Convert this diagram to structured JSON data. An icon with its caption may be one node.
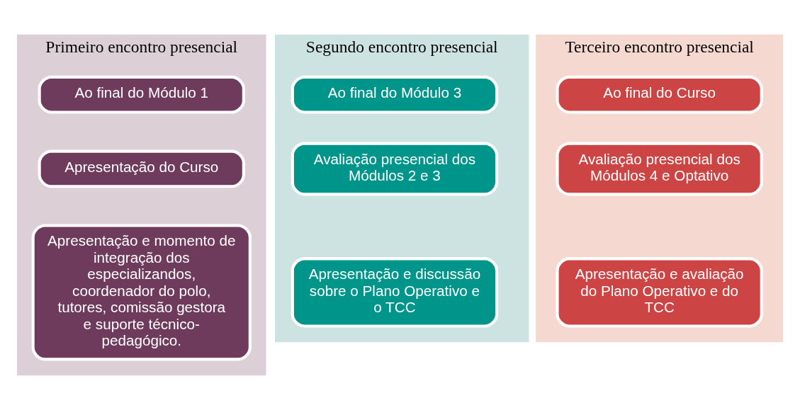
{
  "diagram": {
    "nodes": [
      {
        "text": [
          "Primeiro encontro presencial"
        ]
      },
      {
        "text": [
          "Ao final do Módulo 1"
        ],
        "in": 0
      },
      {
        "text": [
          "Apresentação do Curso"
        ],
        "in": 0
      },
      {
        "text": [
          "Apresentação e momento de integração dos especializandos, coordenador do polo, tutores, comissão gestora e suporte técnico-pedagógico."
        ],
        "in": 0
      },
      {
        "text": [
          "Segundo encontro presencial"
        ]
      },
      {
        "text": [
          "Ao final do Módulo 3"
        ],
        "in": 4
      },
      {
        "text": [
          "Avaliação presencial dos Módulos 2 e 3"
        ],
        "in": 4
      },
      {
        "text": [
          "Apresentação e discussão sobre o Plano Operativo e o TCC"
        ],
        "in": 4
      },
      {
        "text": [
          "Terceiro encontro presencial"
        ]
      },
      {
        "text": [
          "Ao final do Curso"
        ],
        "in": 8
      },
      {
        "text": [
          "Avaliação presencial dos Módulos 4 e Optativo"
        ],
        "in": 8
      },
      {
        "text": [
          "Apresentação e avaliação do Plano Operativo e do TCC"
        ],
        "in": 8
      }
    ],
    "edges": []
  }
}
